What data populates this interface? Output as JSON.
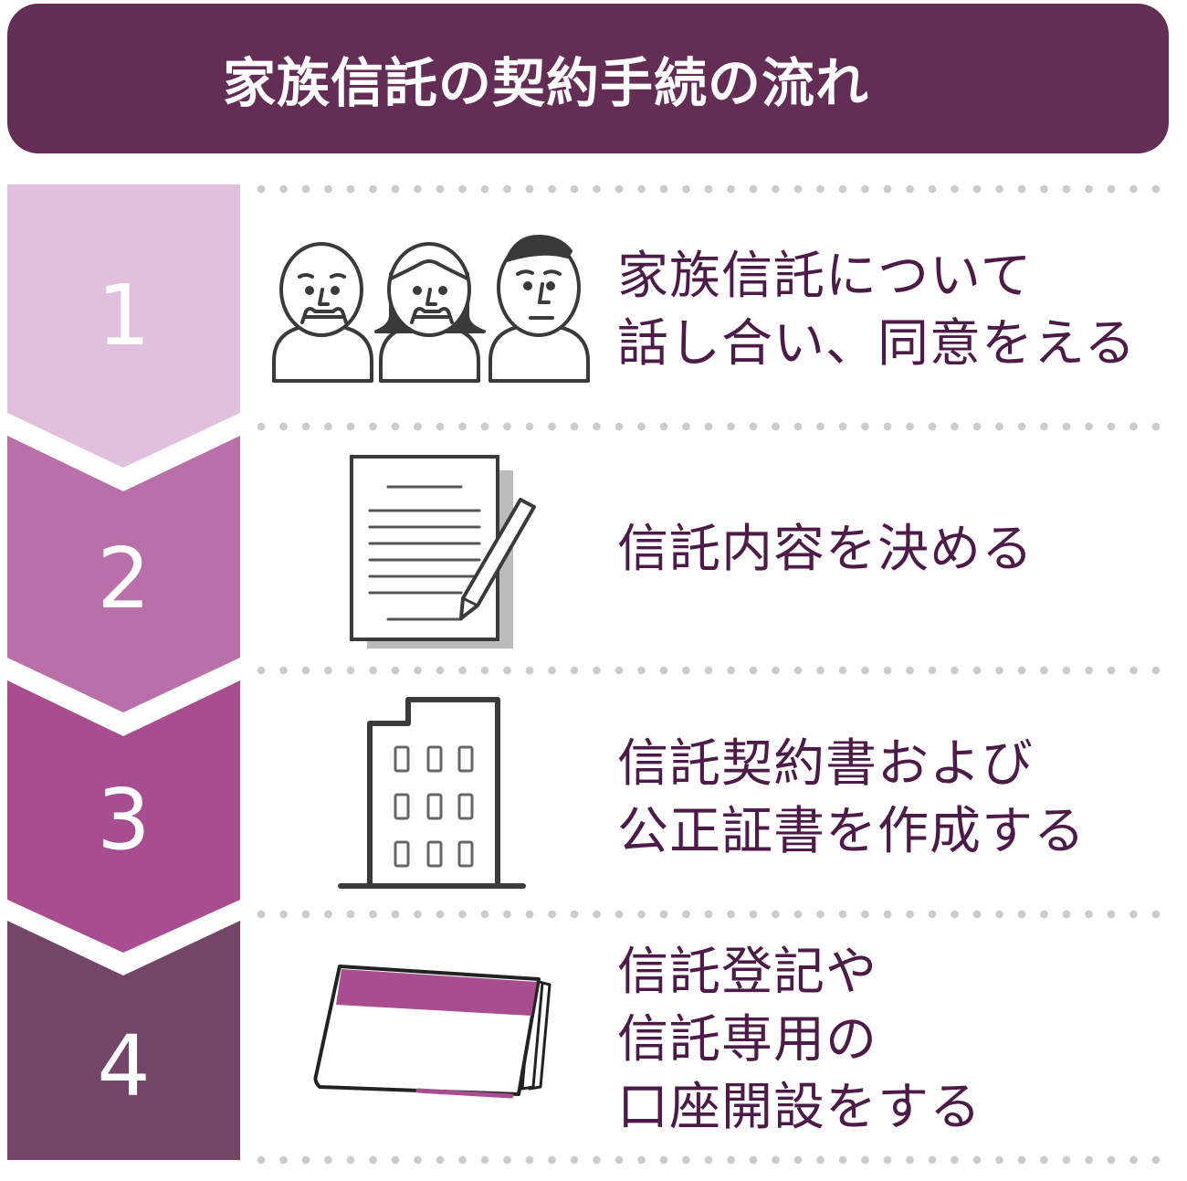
{
  "header": {
    "title": "家族信託の契約手続の流れ"
  },
  "colors": {
    "header_bg": "#632d55",
    "step1": "#e0c0dc",
    "step2": "#b96fa8",
    "step3": "#a84d90",
    "step4": "#734566",
    "text": "#4d1b47",
    "divider_dots": "#cccccc",
    "icon_stroke": "#3a3a3a",
    "passbook_accent": "#a84d90"
  },
  "steps": [
    {
      "number": "1",
      "icon": "family-people-icon",
      "lines": [
        "家族信託について",
        "話し合い、同意をえる"
      ]
    },
    {
      "number": "2",
      "icon": "document-pen-icon",
      "lines": [
        "信託内容を決める"
      ]
    },
    {
      "number": "3",
      "icon": "office-building-icon",
      "lines": [
        "信託契約書および",
        "公正証書を作成する"
      ]
    },
    {
      "number": "4",
      "icon": "bank-passbook-icon",
      "lines": [
        "信託登記や",
        "信託専用の",
        "口座開設をする"
      ]
    }
  ]
}
